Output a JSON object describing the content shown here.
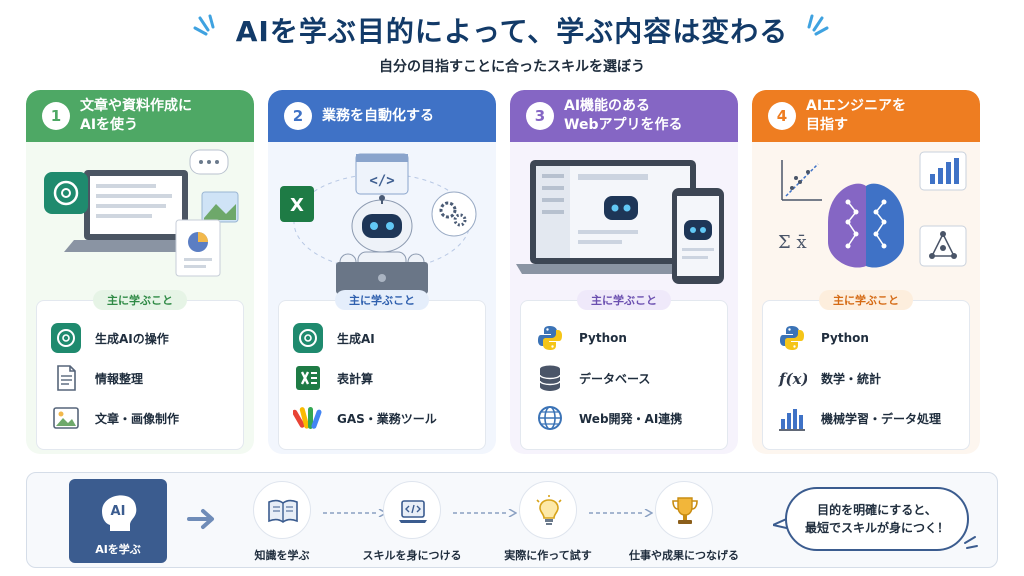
{
  "header": {
    "title": "AIを学ぶ目的によって、学ぶ内容は変わる",
    "subtitle": "自分の目指すことに合ったスキルを選ぼう"
  },
  "columns": [
    {
      "number": "1",
      "title": "文章や資料作成に\nAIを使う",
      "pill": "主に学ぶこと",
      "items": [
        {
          "label": "生成AIの操作",
          "icon": "chatgpt-icon"
        },
        {
          "label": "情報整理",
          "icon": "document-icon"
        },
        {
          "label": "文章・画像制作",
          "icon": "image-icon"
        }
      ]
    },
    {
      "number": "2",
      "title": "業務を自動化する",
      "pill": "主に学ぶこと",
      "items": [
        {
          "label": "生成AI",
          "icon": "chatgpt-icon"
        },
        {
          "label": "表計算",
          "icon": "excel-icon"
        },
        {
          "label": "GAS・業務ツール",
          "icon": "apps-script-icon"
        }
      ]
    },
    {
      "number": "3",
      "title": "AI機能のある\nWebアプリを作る",
      "pill": "主に学ぶこと",
      "items": [
        {
          "label": "Python",
          "icon": "python-icon"
        },
        {
          "label": "データベース",
          "icon": "database-icon"
        },
        {
          "label": "Web開発・AI連携",
          "icon": "globe-icon"
        }
      ]
    },
    {
      "number": "4",
      "title": "AIエンジニアを\n目指す",
      "pill": "主に学ぶこと",
      "items": [
        {
          "label": "Python",
          "icon": "python-icon"
        },
        {
          "label": "数学・統計",
          "icon": "function-icon"
        },
        {
          "label": "機械学習・データ処理",
          "icon": "bar-chart-icon"
        }
      ]
    }
  ],
  "flow": {
    "start_label": "AIを学ぶ",
    "start_badge": "AI",
    "steps": [
      {
        "label": "知識を学ぶ",
        "icon": "book-icon"
      },
      {
        "label": "スキルを身につける",
        "icon": "laptop-code-icon"
      },
      {
        "label": "実際に作って試す",
        "icon": "lightbulb-icon"
      },
      {
        "label": "仕事や成果につなげる",
        "icon": "trophy-icon"
      }
    ],
    "bubble": "目的を明確にすると、\n最短でスキルが身につく！"
  },
  "art_text": {
    "code": "</>",
    "excel_letter": "X",
    "sigma": "Σ x̄",
    "fx": "f(x)"
  },
  "colors": {
    "green": "#4ea865",
    "blue": "#3f72c6",
    "purple": "#8566c4",
    "orange": "#ee7d21",
    "navy": "#123a68"
  }
}
